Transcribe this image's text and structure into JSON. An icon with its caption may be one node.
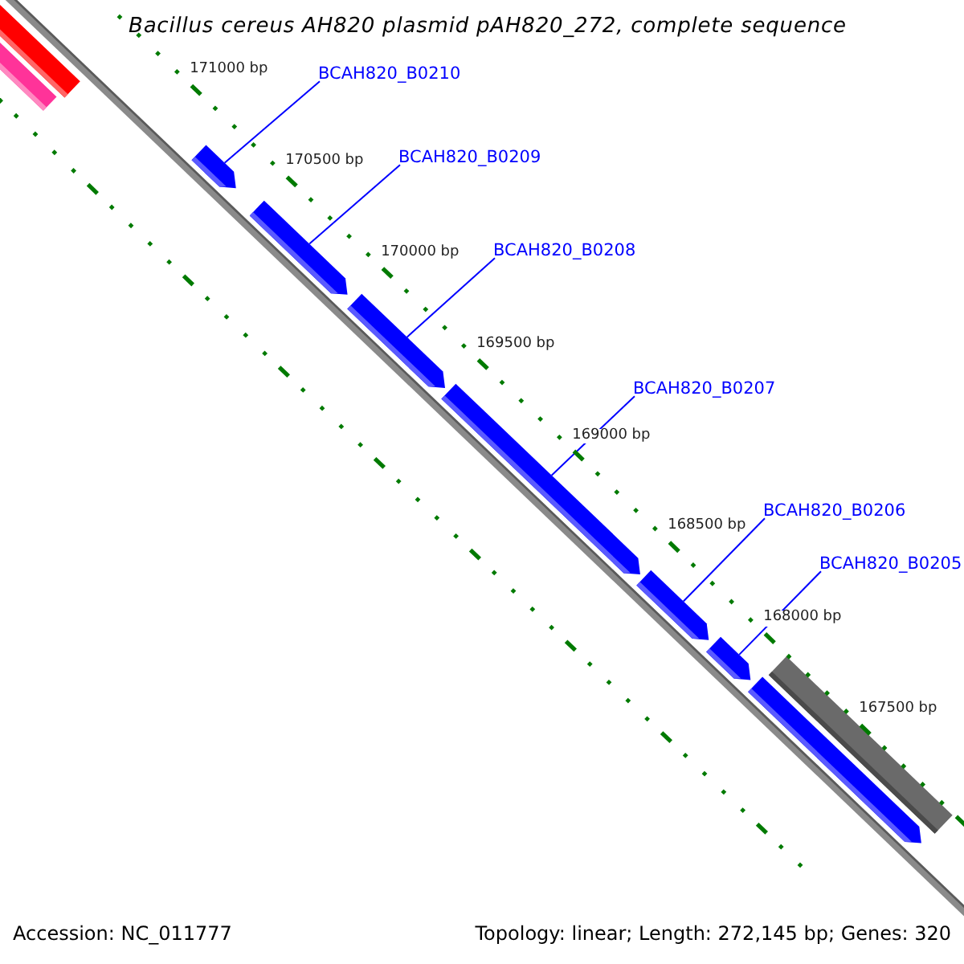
{
  "diagram": {
    "title": "Bacillus cereus AH820 plasmid pAH820_272, complete sequence",
    "nodes": [
      {
        "text": [
          "BCAH820_B0210"
        ]
      },
      {
        "text": [
          "BCAH820_B0209"
        ]
      },
      {
        "text": [
          "BCAH820_B0208"
        ]
      },
      {
        "text": [
          "BCAH820_B0207"
        ]
      },
      {
        "text": [
          "BCAH820_B0206"
        ]
      },
      {
        "text": [
          "BCAH820_B0205"
        ]
      },
      {
        "text": [],
        "shape": "bar"
      },
      {
        "text": [],
        "shape": "bar"
      },
      {
        "text": [],
        "shape": "arrow"
      },
      {
        "text": [],
        "shape": "arrow"
      },
      {
        "text": [],
        "shape": "arrow"
      },
      {
        "text": [],
        "shape": "arrow"
      },
      {
        "text": [],
        "shape": "arrow"
      },
      {
        "text": [],
        "shape": "arrow"
      },
      {
        "text": [],
        "shape": "arrow"
      },
      {
        "text": [],
        "shape": "bar"
      }
    ],
    "edges": [
      {
        "from": 0,
        "to": 8,
        "arrow": "none"
      },
      {
        "from": 1,
        "to": 9,
        "arrow": "none"
      },
      {
        "from": 2,
        "to": 10,
        "arrow": "none"
      },
      {
        "from": 3,
        "to": 11,
        "arrow": "none"
      },
      {
        "from": 4,
        "to": 12,
        "arrow": "none"
      },
      {
        "from": 5,
        "to": 13,
        "arrow": "none"
      }
    ],
    "labels": [
      "171000 bp",
      "170500 bp",
      "170000 bp",
      "169500 bp",
      "169000 bp",
      "168500 bp",
      "168000 bp",
      "167500 bp",
      "Accession: NC_011777",
      "Topology: linear; Length: 272,145 bp; Genes: 320"
    ]
  }
}
